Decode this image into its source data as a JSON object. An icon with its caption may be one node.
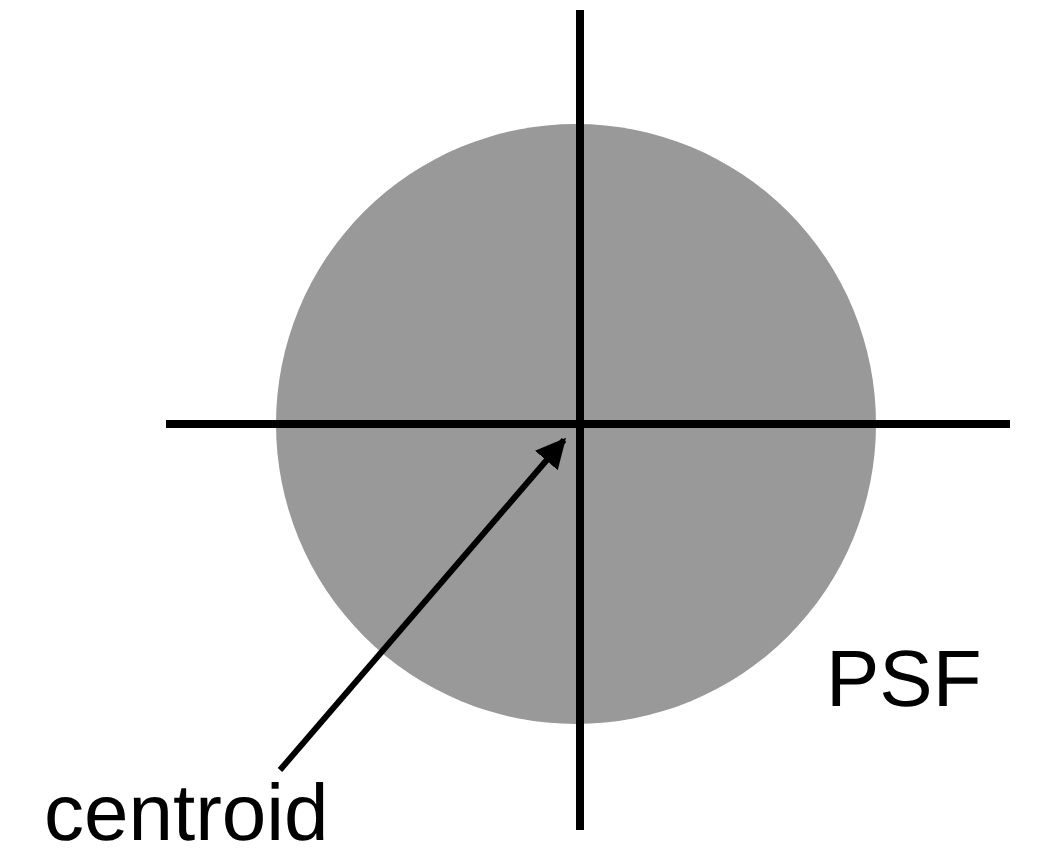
{
  "diagram": {
    "nodes": [
      {
        "text": [
          "PSF"
        ]
      },
      {
        "text": [
          "centroid"
        ]
      }
    ],
    "edges": [
      {
        "from": 1,
        "to": 0,
        "arrow": "to"
      }
    ]
  }
}
